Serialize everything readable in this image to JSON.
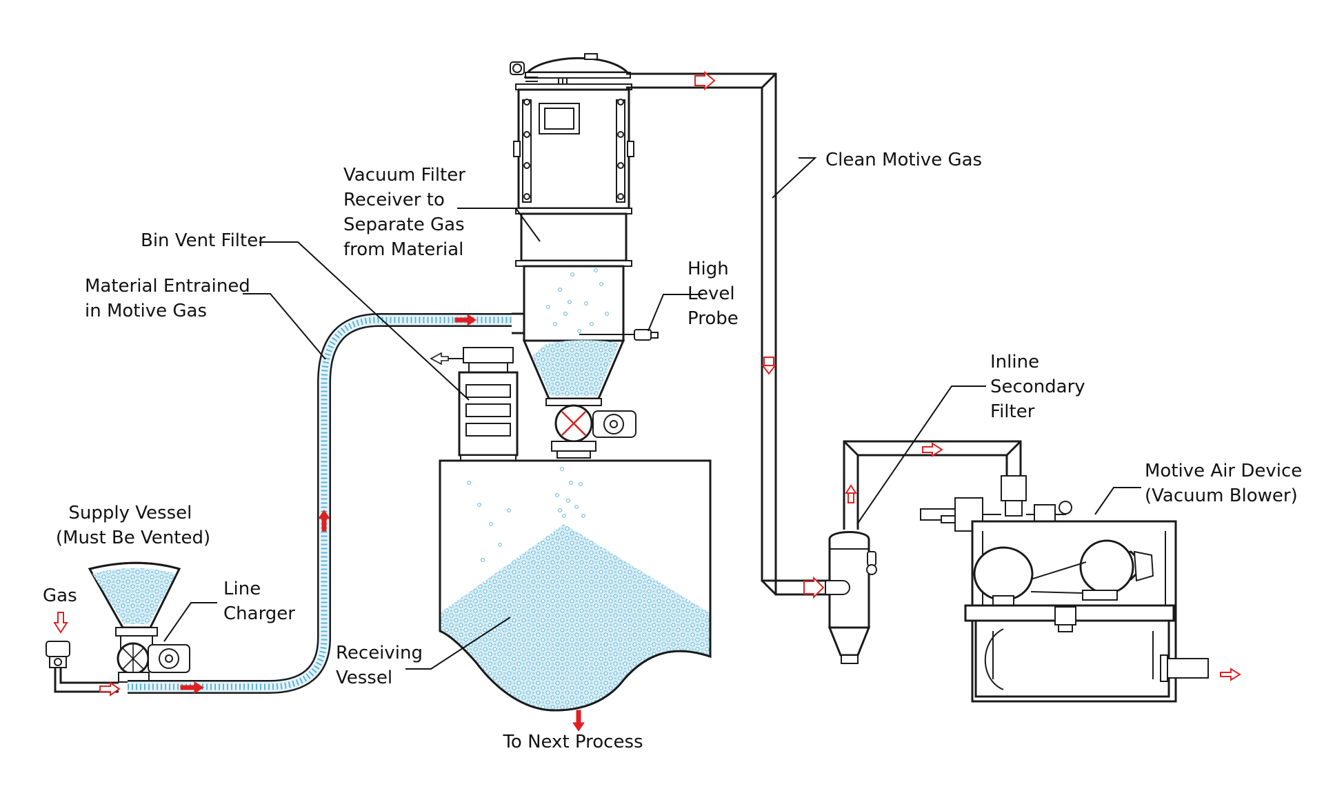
{
  "labels": {
    "vacuum_filter_receiver": [
      "Vacuum Filter",
      "Receiver to",
      "Separate Gas",
      "from Material"
    ],
    "clean_motive_gas": "Clean Motive Gas",
    "bin_vent_filter": "Bin Vent Filter",
    "material_entrained": [
      "Material Entrained",
      "in Motive Gas"
    ],
    "high_level_probe": [
      "High",
      "Level",
      "Probe"
    ],
    "inline_secondary_filter": [
      "Inline",
      "Secondary",
      "Filter"
    ],
    "motive_air_device": [
      "Motive Air Device",
      "(Vacuum Blower)"
    ],
    "supply_vessel": [
      "Supply Vessel",
      "(Must Be Vented)"
    ],
    "gas": "Gas",
    "line_charger": [
      "Line",
      "Charger"
    ],
    "receiving_vessel": [
      "Receiving",
      "Vessel"
    ],
    "to_next_process": "To Next Process"
  },
  "colors": {
    "line": "#1a1a1a",
    "flow_arrow": "#e02020",
    "material": "#7ec8e0",
    "material_dark": "#4aa8cf"
  },
  "icons": {
    "flow_arrow_outline": "gas-flow-arrow-icon",
    "flow_arrow_filled": "material-flow-arrow-icon"
  }
}
